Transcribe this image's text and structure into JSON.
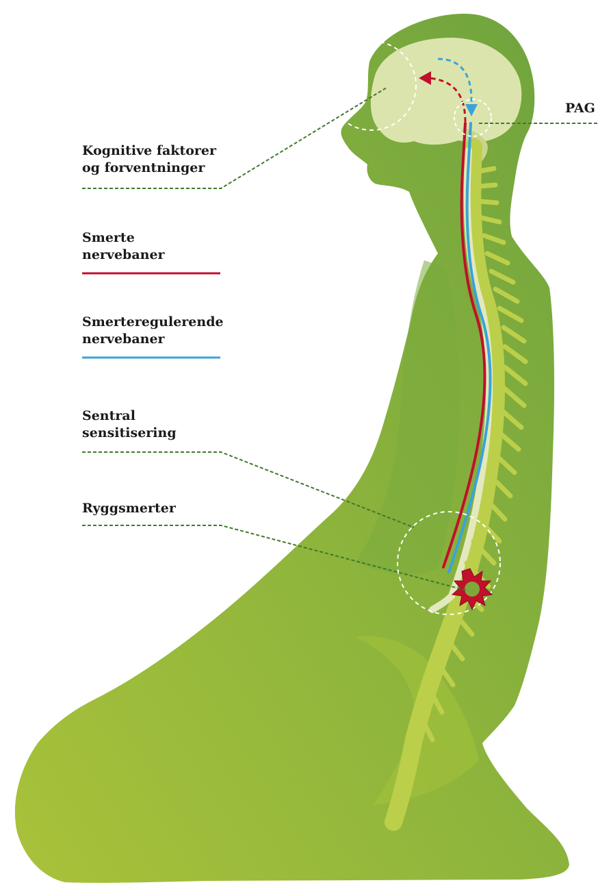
{
  "labels": {
    "kognitive": {
      "line1": "Kognitive faktorer",
      "line2": "og forventninger"
    },
    "smerte": {
      "line1": "Smerte",
      "line2": "nervebaner"
    },
    "regulerende": {
      "line1": "Smerteregulerende",
      "line2": "nervebaner"
    },
    "sentral": {
      "line1": "Sentral",
      "line2": "sensitisering"
    },
    "rygg": {
      "line1": "Ryggsmerter"
    },
    "pag": {
      "line1": "PAG"
    }
  },
  "colors": {
    "body_dark": "#6fa33e",
    "body_light": "#a9c23a",
    "brain": "#dce4ad",
    "spine": "#bccf4a",
    "pain_path": "#c0102c",
    "regulating_path": "#3aa3d9",
    "leader_line": "#3d7a2a"
  }
}
